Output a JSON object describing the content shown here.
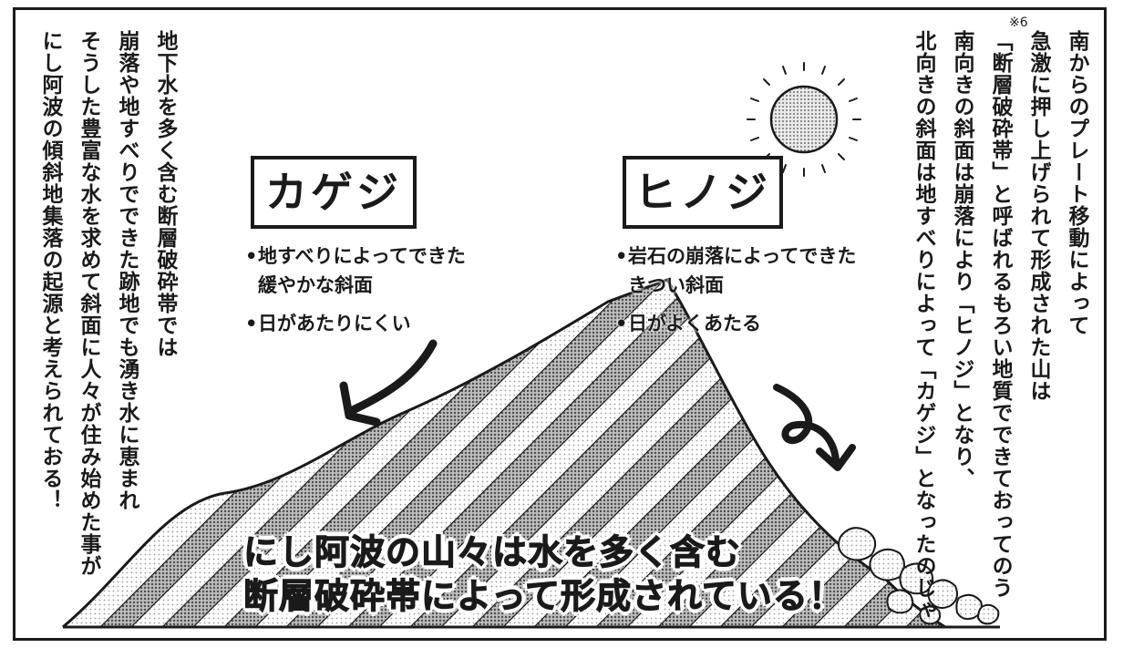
{
  "left_text": {
    "columns": [
      "地下水を多く含む断層破砕帯では",
      "崩落や地すべりでできた跡地でも湧き水に恵まれ",
      "そうした豊富な水を求めて斜面に人々が住み始めた事が",
      "にし阿波の傾斜地集落の起源と考えられておる！"
    ]
  },
  "right_text": {
    "note_mark": "※6",
    "columns": [
      "南からのプレート移動によって",
      "急激に押し上げられて形成された山は",
      "「断層破砕帯」と呼ばれるもろい地質でできておってのう",
      "南向きの斜面は崩落により「ヒノジ」となり、",
      "北向きの斜面は地すべりによって「カゲジ」となったのじゃ"
    ]
  },
  "kageji": {
    "title": "カゲジ",
    "points": [
      "地すべりによってできた",
      "緩やかな斜面",
      "日があたりにくい"
    ]
  },
  "hinoji": {
    "title": "ヒノジ",
    "points": [
      "岩石の崩落によってできた",
      "きつい斜面",
      "日がよくあたる"
    ]
  },
  "caption": {
    "line1": "にし阿波の山々は水を多く含む",
    "line2": "断層破砕帯によって形成されている！"
  },
  "colors": {
    "ink": "#1a1a1a",
    "screentone_dark": "#8a8a8a",
    "screentone_light": "#d6d6d6",
    "paper": "#ffffff"
  }
}
